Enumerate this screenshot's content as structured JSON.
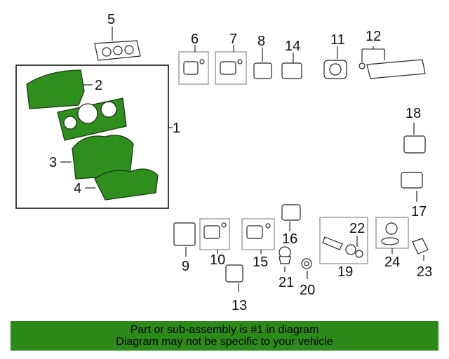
{
  "callouts": {
    "c1": "1",
    "c2": "2",
    "c3": "3",
    "c4": "4",
    "c5": "5",
    "c6": "6",
    "c7": "7",
    "c8": "8",
    "c9": "9",
    "c10": "10",
    "c11": "11",
    "c12": "12",
    "c13": "13",
    "c14": "14",
    "c15": "15",
    "c16": "16",
    "c17": "17",
    "c18": "18",
    "c19": "19",
    "c20": "20",
    "c21": "21",
    "c22": "22",
    "c23": "23",
    "c24": "24"
  },
  "banner": {
    "line1": "Part or sub-assembly is #1 in diagram",
    "line2": "Diagram may not be specific to your vehicle"
  },
  "colors": {
    "highlight": "#2e8f1c",
    "banner": "#2b8a18"
  }
}
